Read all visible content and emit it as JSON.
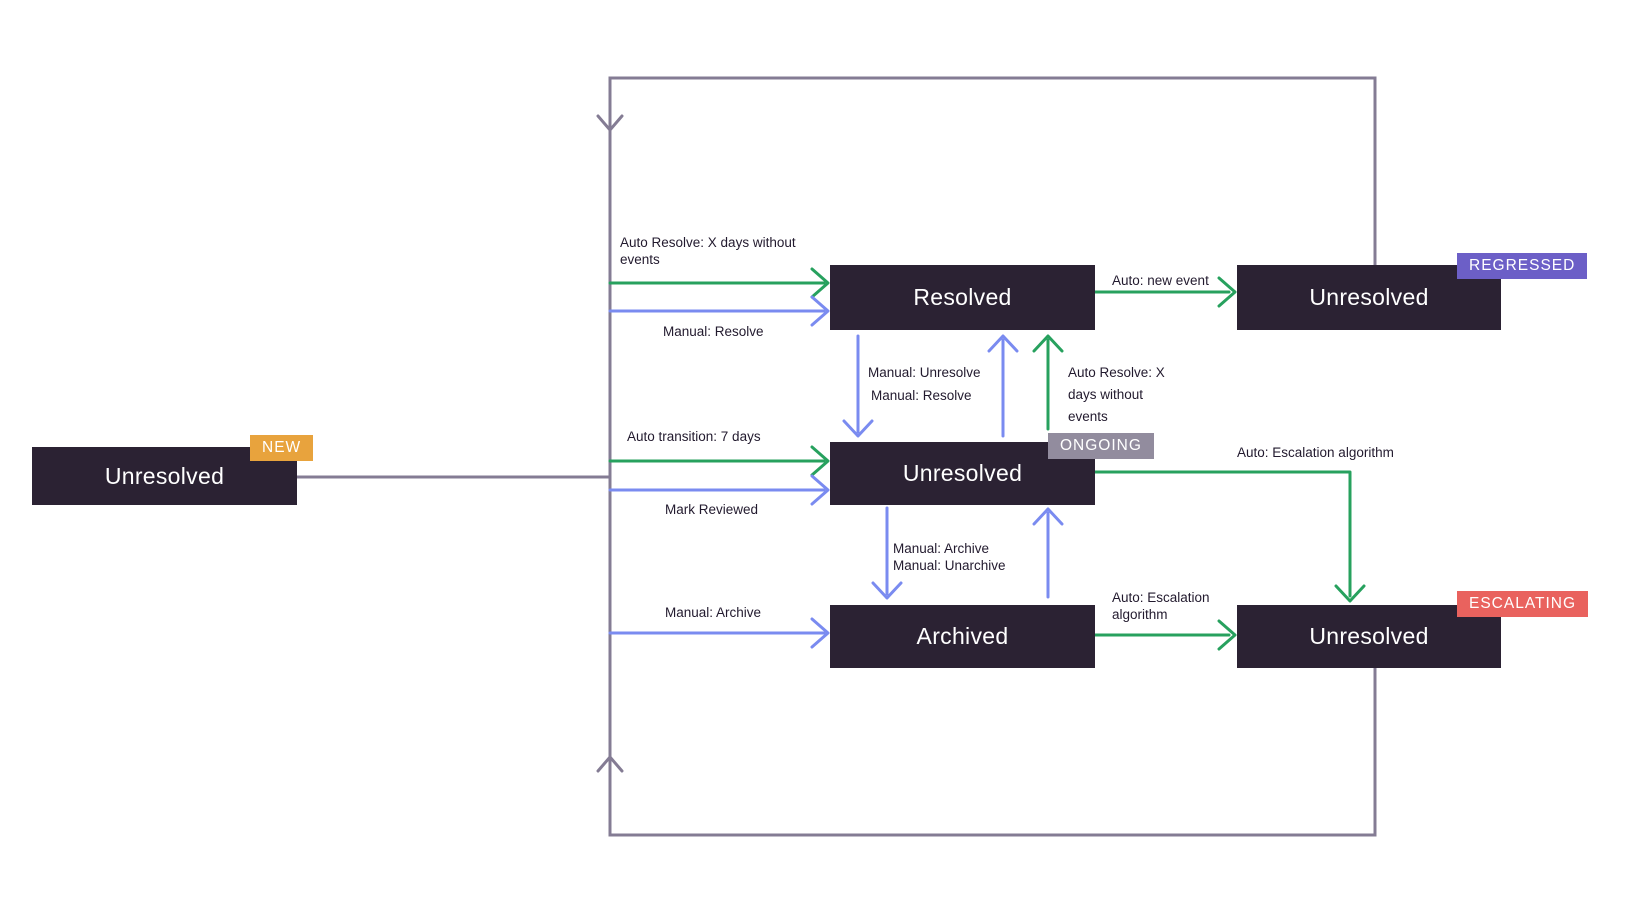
{
  "colors": {
    "box_bg": "#2B2233",
    "box_text": "#FFFFFF",
    "arrow_green": "#27A15E",
    "arrow_blue": "#7A8BF0",
    "loop_gray": "#847C94",
    "badge_new": "#E8A33D",
    "badge_ongoing": "#928C9E",
    "badge_regressed": "#6C5FC7",
    "badge_escalating": "#E9625E",
    "label_text": "#221A2E"
  },
  "nodes": {
    "new": {
      "label": "Unresolved",
      "badge": "NEW"
    },
    "resolved": {
      "label": "Resolved"
    },
    "ongoing": {
      "label": "Unresolved",
      "badge": "ONGOING"
    },
    "archived": {
      "label": "Archived"
    },
    "regressed": {
      "label": "Unresolved",
      "badge": "REGRESSED"
    },
    "escalating": {
      "label": "Unresolved",
      "badge": "ESCALATING"
    }
  },
  "edge_labels": {
    "auto_resolve_days": "Auto Resolve: X days without\nevents",
    "manual_resolve_top": "Manual: Resolve",
    "manual_unresolve": "Manual: Unresolve",
    "manual_resolve_mid": "Manual: Resolve",
    "auto_resolve_days_side": "Auto Resolve: X\ndays without\nevents",
    "auto_transition": "Auto transition: 7 days",
    "mark_reviewed": "Mark Reviewed",
    "manual_archive_unarchive": "Manual: Archive\nManual: Unarchive",
    "manual_archive": "Manual: Archive",
    "auto_new_event": "Auto: new event",
    "auto_escalation": "Auto: Escalation algorithm",
    "auto_escalation_wrap": "Auto: Escalation\nalgorithm"
  }
}
